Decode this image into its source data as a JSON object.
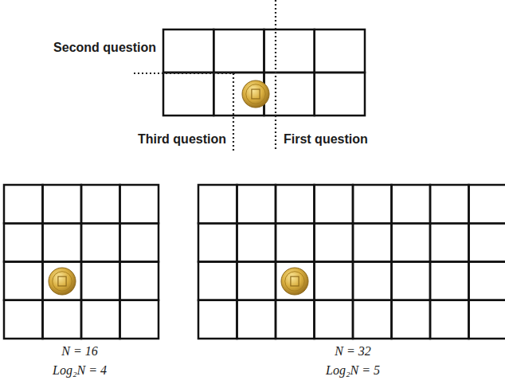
{
  "diagram": {
    "labels": [
      "Second question",
      "Third question",
      "First question",
      "N = 16",
      "Log₂N = 4",
      "N = 32",
      "Log₂N = 5"
    ]
  }
}
